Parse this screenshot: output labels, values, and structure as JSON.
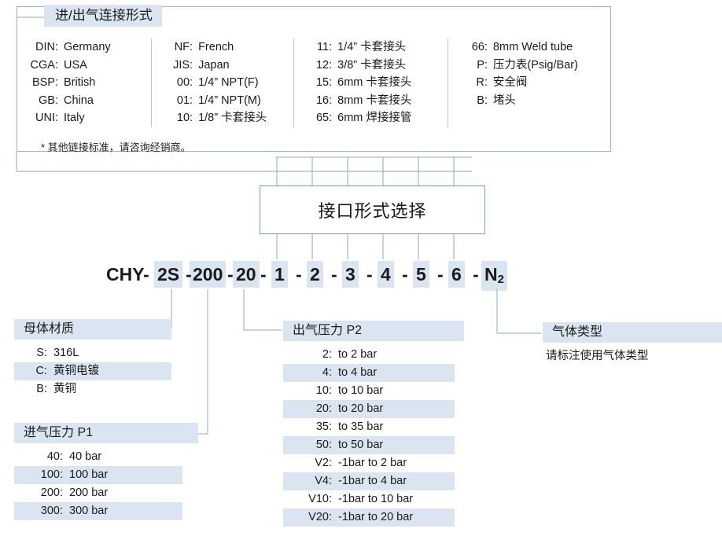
{
  "legend": {
    "title": "进/出气连接形式",
    "note": "* 其他链接标准，请咨询经销商。",
    "columns": [
      {
        "items": [
          {
            "code": "DIN",
            "desc": "Germany"
          },
          {
            "code": "CGA",
            "desc": "USA"
          },
          {
            "code": "BSP",
            "desc": "British"
          },
          {
            "code": "GB",
            "desc": "China"
          },
          {
            "code": "UNI",
            "desc": "Italy"
          }
        ]
      },
      {
        "items": [
          {
            "code": "NF",
            "desc": "French"
          },
          {
            "code": "JIS",
            "desc": "Japan"
          },
          {
            "code": "00",
            "desc": "1/4” NPT(F)"
          },
          {
            "code": "01",
            "desc": "1/4” NPT(M)"
          },
          {
            "code": "10",
            "desc": "1/8” 卡套接头"
          }
        ]
      },
      {
        "items": [
          {
            "code": "11",
            "desc": "1/4” 卡套接头"
          },
          {
            "code": "12",
            "desc": "3/8” 卡套接头"
          },
          {
            "code": "15",
            "desc": "6mm 卡套接头"
          },
          {
            "code": "16",
            "desc": "8mm 卡套接头"
          },
          {
            "code": "65",
            "desc": "6mm 焊接接管"
          }
        ]
      },
      {
        "items": [
          {
            "code": "66",
            "desc": "8mm Weld tube"
          },
          {
            "code": "P",
            "desc": "压力表(Psig/Bar)"
          },
          {
            "code": "R",
            "desc": "安全阀"
          },
          {
            "code": "B",
            "desc": "堵头"
          }
        ]
      }
    ]
  },
  "interface_box": {
    "label": "接口形式选择"
  },
  "part_number": {
    "segments": [
      {
        "text": "CHY",
        "highlight": false
      },
      {
        "text": "2S",
        "highlight": true
      },
      {
        "text": "200",
        "highlight": true
      },
      {
        "text": "20",
        "highlight": true
      },
      {
        "text": "1",
        "highlight": true
      },
      {
        "text": "2",
        "highlight": true
      },
      {
        "text": "3",
        "highlight": true
      },
      {
        "text": "4",
        "highlight": true
      },
      {
        "text": "5",
        "highlight": true
      },
      {
        "text": "6",
        "highlight": true
      },
      {
        "text": "N2",
        "highlight": true
      }
    ],
    "separator": "-",
    "full": "CHY - 2S -200- 20 - 1 - 2 - 3 - 4 - 5 - 6 - N2"
  },
  "panels": {
    "material": {
      "title": "母体材质",
      "rows": [
        {
          "code": "S:",
          "value": "316L",
          "highlight": false
        },
        {
          "code": "C:",
          "value": "黄铜电镀",
          "highlight": true
        },
        {
          "code": "B:",
          "value": "黄铜",
          "highlight": false
        }
      ]
    },
    "inlet_pressure": {
      "title": "进气压力 P1",
      "rows": [
        {
          "code": "40:",
          "value": "40 bar",
          "highlight": false
        },
        {
          "code": "100:",
          "value": "100 bar",
          "highlight": true
        },
        {
          "code": "200:",
          "value": "200 bar",
          "highlight": false
        },
        {
          "code": "300:",
          "value": "300 bar",
          "highlight": true
        }
      ]
    },
    "outlet_pressure": {
      "title": "出气压力 P2",
      "rows": [
        {
          "code": "2:",
          "value": "to 2 bar",
          "highlight": false
        },
        {
          "code": "4:",
          "value": "to 4 bar",
          "highlight": true
        },
        {
          "code": "10:",
          "value": "to 10 bar",
          "highlight": false
        },
        {
          "code": "20:",
          "value": "to 20 bar",
          "highlight": true
        },
        {
          "code": "35:",
          "value": "to 35 bar",
          "highlight": false
        },
        {
          "code": "50:",
          "value": "to 50 bar",
          "highlight": true
        },
        {
          "code": "V2:",
          "value": "-1bar to 2 bar",
          "highlight": false
        },
        {
          "code": "V4:",
          "value": "-1bar to 4 bar",
          "highlight": true
        },
        {
          "code": "V10:",
          "value": "-1bar to 10 bar",
          "highlight": false
        },
        {
          "code": "V20:",
          "value": "-1bar to 20 bar",
          "highlight": true
        }
      ]
    },
    "gas_type": {
      "title": "气体类型",
      "note": "请标注使用气体类型"
    }
  },
  "colors": {
    "highlight": "#dbe5f1",
    "line": "#8fa7bf",
    "box_border": "#9bb0c6",
    "text": "#1a1a1a"
  }
}
